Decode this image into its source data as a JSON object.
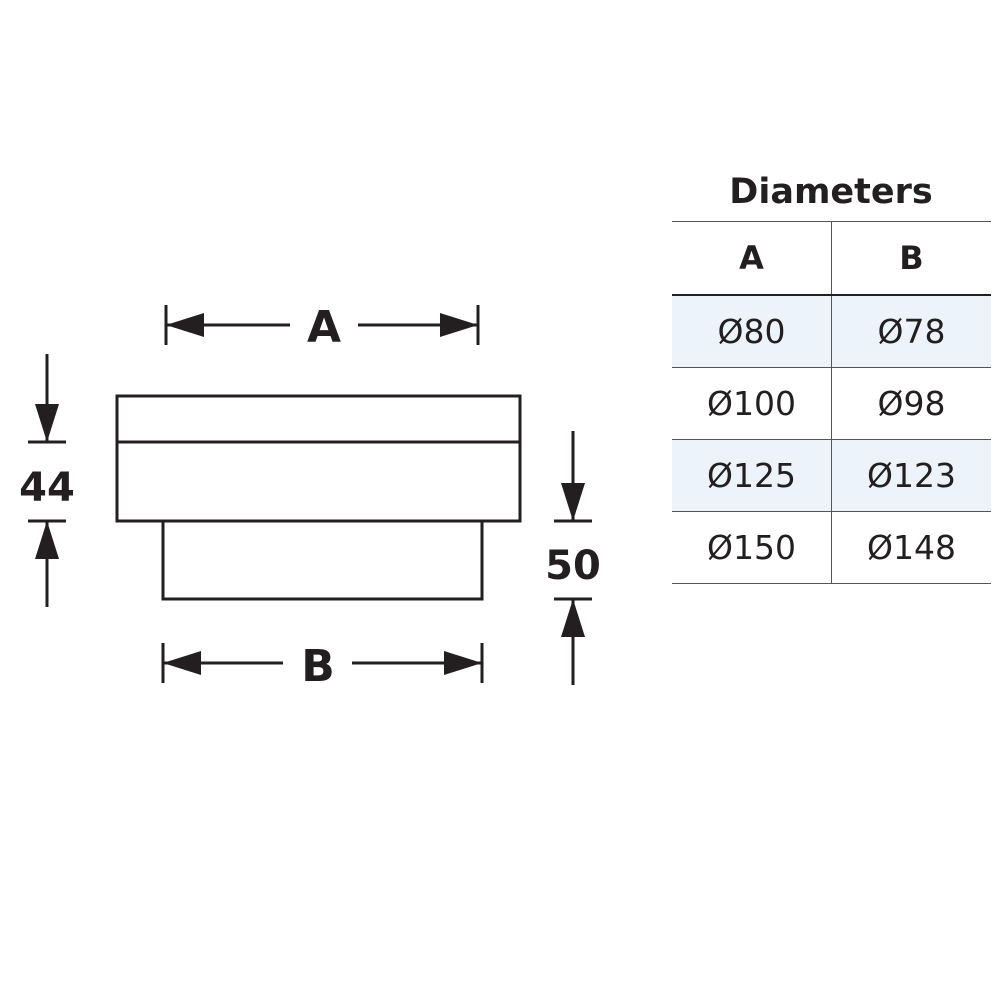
{
  "drawing": {
    "label_a": "A",
    "label_b": "B",
    "height_upper": "44",
    "height_lower": "50"
  },
  "table": {
    "title": "Diameters",
    "headers": [
      "A",
      "B"
    ],
    "rows": [
      [
        "Ø80",
        "Ø78"
      ],
      [
        "Ø100",
        "Ø98"
      ],
      [
        "Ø125",
        "Ø123"
      ],
      [
        "Ø150",
        "Ø148"
      ]
    ],
    "shade_color": "#edf3fa"
  },
  "colors": {
    "line": "#231f20",
    "background": "#ffffff"
  }
}
